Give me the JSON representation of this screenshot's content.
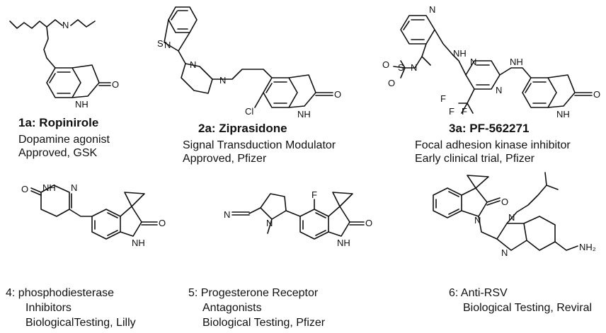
{
  "compounds": [
    {
      "label": "1a: Ropinirole",
      "desc": [
        "Dopamine agonist",
        "Approved, GSK"
      ]
    },
    {
      "label": "2a: Ziprasidone",
      "desc": [
        "Signal Transduction Modulator",
        "Approved, Pfizer"
      ]
    },
    {
      "label": "3a: PF-562271",
      "desc": [
        "Focal adhesion kinase inhibitor",
        "Early clinical trial, Pfizer"
      ]
    },
    {
      "num": "4:",
      "desc": [
        "phosphodiesterase",
        "Inhibitors",
        "BiologicalTesting, Lilly"
      ]
    },
    {
      "num": "5:",
      "desc": [
        "Progesterone Receptor",
        "Antagonists",
        "Biological Testing, Pfizer"
      ]
    },
    {
      "num": "6:",
      "desc": [
        "Anti-RSV",
        "Biological Testing, Reviral"
      ]
    }
  ],
  "atoms": {
    "N": "N",
    "NH": "NH",
    "O": "O",
    "S": "S",
    "Cl": "Cl",
    "F": "F",
    "H": "H",
    "NH2": "NH₂"
  }
}
